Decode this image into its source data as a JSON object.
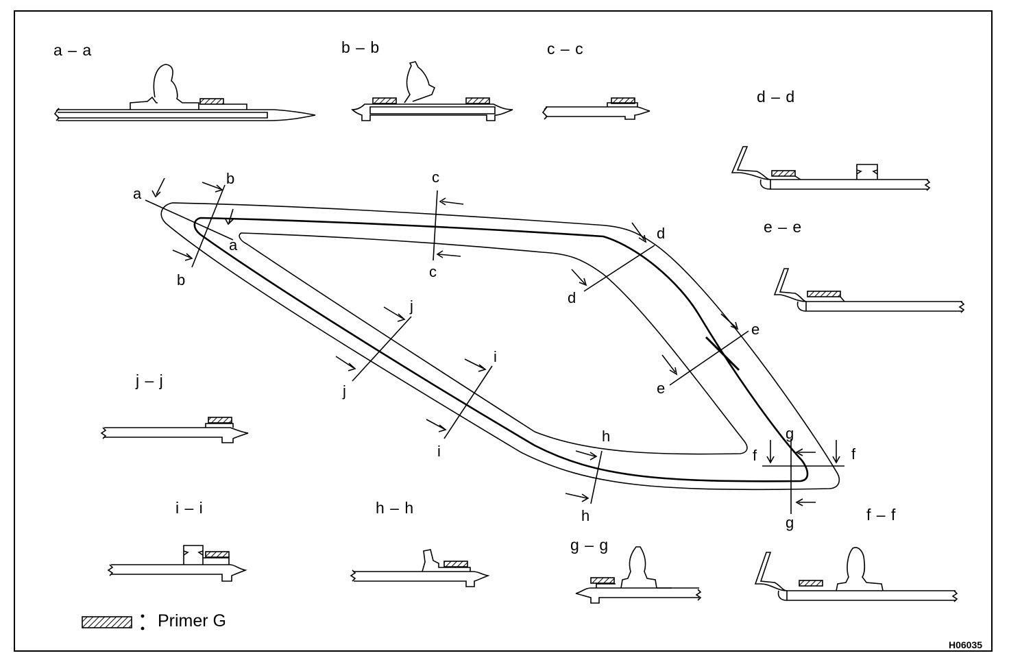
{
  "figure_id": "H06035",
  "legend": {
    "symbol_separator": ":",
    "label": "Primer G"
  },
  "sections": {
    "a": "a – a",
    "b": "b – b",
    "c": "c – c",
    "d": "d – d",
    "e": "e – e",
    "f": "f – f",
    "g": "g – g",
    "h": "h – h",
    "i": "i – i",
    "j": "j – j"
  },
  "cut_labels": {
    "a": "a",
    "b": "b",
    "c": "c",
    "d": "d",
    "e": "e",
    "f": "f",
    "g": "g",
    "h": "h",
    "i": "i",
    "j": "j"
  },
  "colors": {
    "ink": "#000000",
    "paper": "#ffffff"
  }
}
